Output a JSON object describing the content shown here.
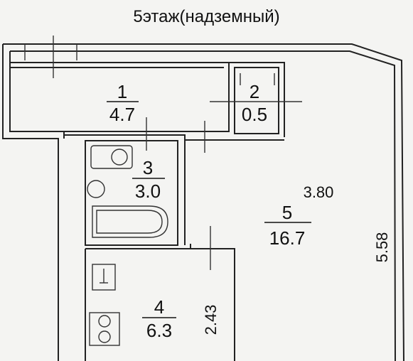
{
  "title": "5этаж(надземный)",
  "rooms": [
    {
      "number": "1",
      "area": "4.7"
    },
    {
      "number": "2",
      "area": "0.5"
    },
    {
      "number": "3",
      "area": "3.0"
    },
    {
      "number": "4",
      "area": "6.3"
    },
    {
      "number": "5",
      "area": "16.7"
    }
  ],
  "dimensions": {
    "room5_width": "3.80",
    "room5_length": "5.58",
    "room4_length": "2.43"
  }
}
